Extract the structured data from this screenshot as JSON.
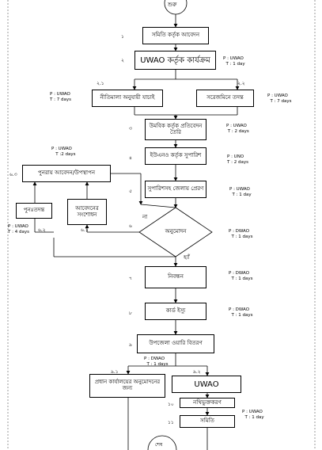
{
  "nodes": {
    "start": "শুরু",
    "n1": "সমিতি কর্তৃক আবেদন",
    "n2": "UWAO  কর্তৃক কার্যক্রম",
    "n2_1": "নীতিমালা অনুযায়ী যাচাই",
    "n2_2": "সরেজমিনে তদন্ত",
    "n3": "উমবিক কর্তৃক প্রতিবেদন তৈরি",
    "n4": "ইউএনও কর্তৃক সুপারিশ",
    "n5": "সুপারিশসহ জেলায় প্রেরণ",
    "n6": "অনুমোদন",
    "n6_1": "আবেদনের সংশোধন",
    "n6_2": "পুনঃতদন্ত",
    "n6_3": "পুনরায় আবেদন/উপস্থাপন",
    "n7": "নিবন্ধন",
    "n8": "কার্ড ইস্যু",
    "n9": "উপজেলা ওয়ারি বিতরণ",
    "n9_1": "প্রধান কার্যালয়ের অনুমোদনের জন্য",
    "n9_2": "UWAO",
    "n10": "নথিভুক্তকরণ",
    "n11": "সমিতি",
    "end": "শেষ"
  },
  "labels": {
    "l1": "১",
    "l2": "২",
    "l2_1": "২.১",
    "l2_2": "২.২",
    "l3": "৩",
    "l4": "৪",
    "l5": "৫",
    "l6": "৬",
    "l6_1": "৬.১",
    "l6_2": "৬.২",
    "l6_3": "৬.৩",
    "l7": "৭",
    "l8": "৮",
    "l9": "৯",
    "l9_1": "৯.১",
    "l9_2": "৯.২",
    "l10": "১০",
    "l11": "১১",
    "yes": "হ্যাঁ",
    "no": "না"
  },
  "pt": {
    "n2": "P : UWAO\n  T : 1 day",
    "n2_1": "P : UWAO\nT : 7 days",
    "n2_2": "P : UWAO\n  T : 7 days",
    "n3": "P : UWAO\n T : 2 days",
    "n4": "P : UNO\nT : 2 days",
    "n5": "P : UWAO\n  T : 1 day",
    "n6_3": "P : UWAO\n   T :2 days",
    "n6": "P : DWAO\n  T : 1 days",
    "n6_2": "P : UWAO\nT : 4 days",
    "n7": "P : DWAO\n  T : 1 days",
    "n8": "P : DWAO\n  T : 1 days",
    "n9": "P : DWAO\n  T : 1 days",
    "n10": "P : UWAO\n  T : 1 day"
  }
}
